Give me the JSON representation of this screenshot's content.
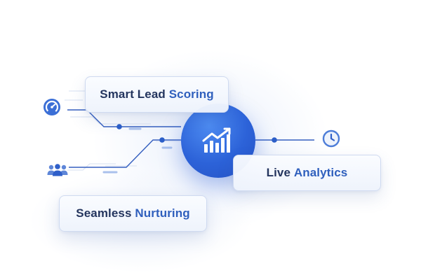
{
  "features": {
    "scoring": {
      "word1": "Smart Lead",
      "word2": "Scoring"
    },
    "analytics": {
      "word1": "Live",
      "word2": "Analytics"
    },
    "nurturing": {
      "word1": "Seamless",
      "word2": "Nurturing"
    }
  },
  "icons": {
    "speedometer": "speedometer-icon",
    "users": "users-group-icon",
    "clock": "clock-icon",
    "hub": "chart-trend-icon"
  },
  "colors": {
    "accent": "#2c62d8",
    "text_dark": "#24355e",
    "text_accent": "#2f5fbd",
    "line": "#355fbf"
  }
}
